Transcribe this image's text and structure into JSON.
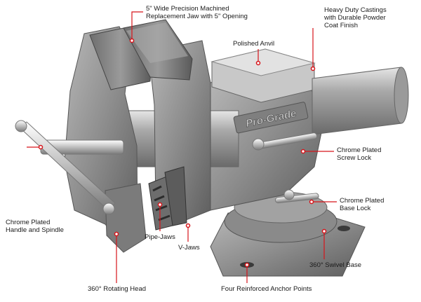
{
  "brand": {
    "logo_text": "Pro-Grade"
  },
  "accent_color": "#d7141a",
  "callouts": [
    {
      "id": "jaw",
      "text": "5\" Wide Precision Machined\nReplacement Jaw with 5\" Opening"
    },
    {
      "id": "castings",
      "text": "Heavy Duty Castings\nwith Durable Powder\nCoat Finish"
    },
    {
      "id": "anvil",
      "text": "Polished Anvil"
    },
    {
      "id": "screw-lock",
      "text": "Chrome Plated\nScrew Lock"
    },
    {
      "id": "base-lock",
      "text": "Chrome Plated\nBase Lock"
    },
    {
      "id": "handle",
      "text": "Chrome Plated\nHandle and Spindle"
    },
    {
      "id": "pipe-jaws",
      "text": "Pipe-Jaws"
    },
    {
      "id": "v-jaws",
      "text": "V-Jaws"
    },
    {
      "id": "swivel-base",
      "text": "360° Swivel Base"
    },
    {
      "id": "rotating-head",
      "text": "360° Rotating Head"
    },
    {
      "id": "anchor-points",
      "text": "Four Reinforced Anchor Points"
    }
  ]
}
